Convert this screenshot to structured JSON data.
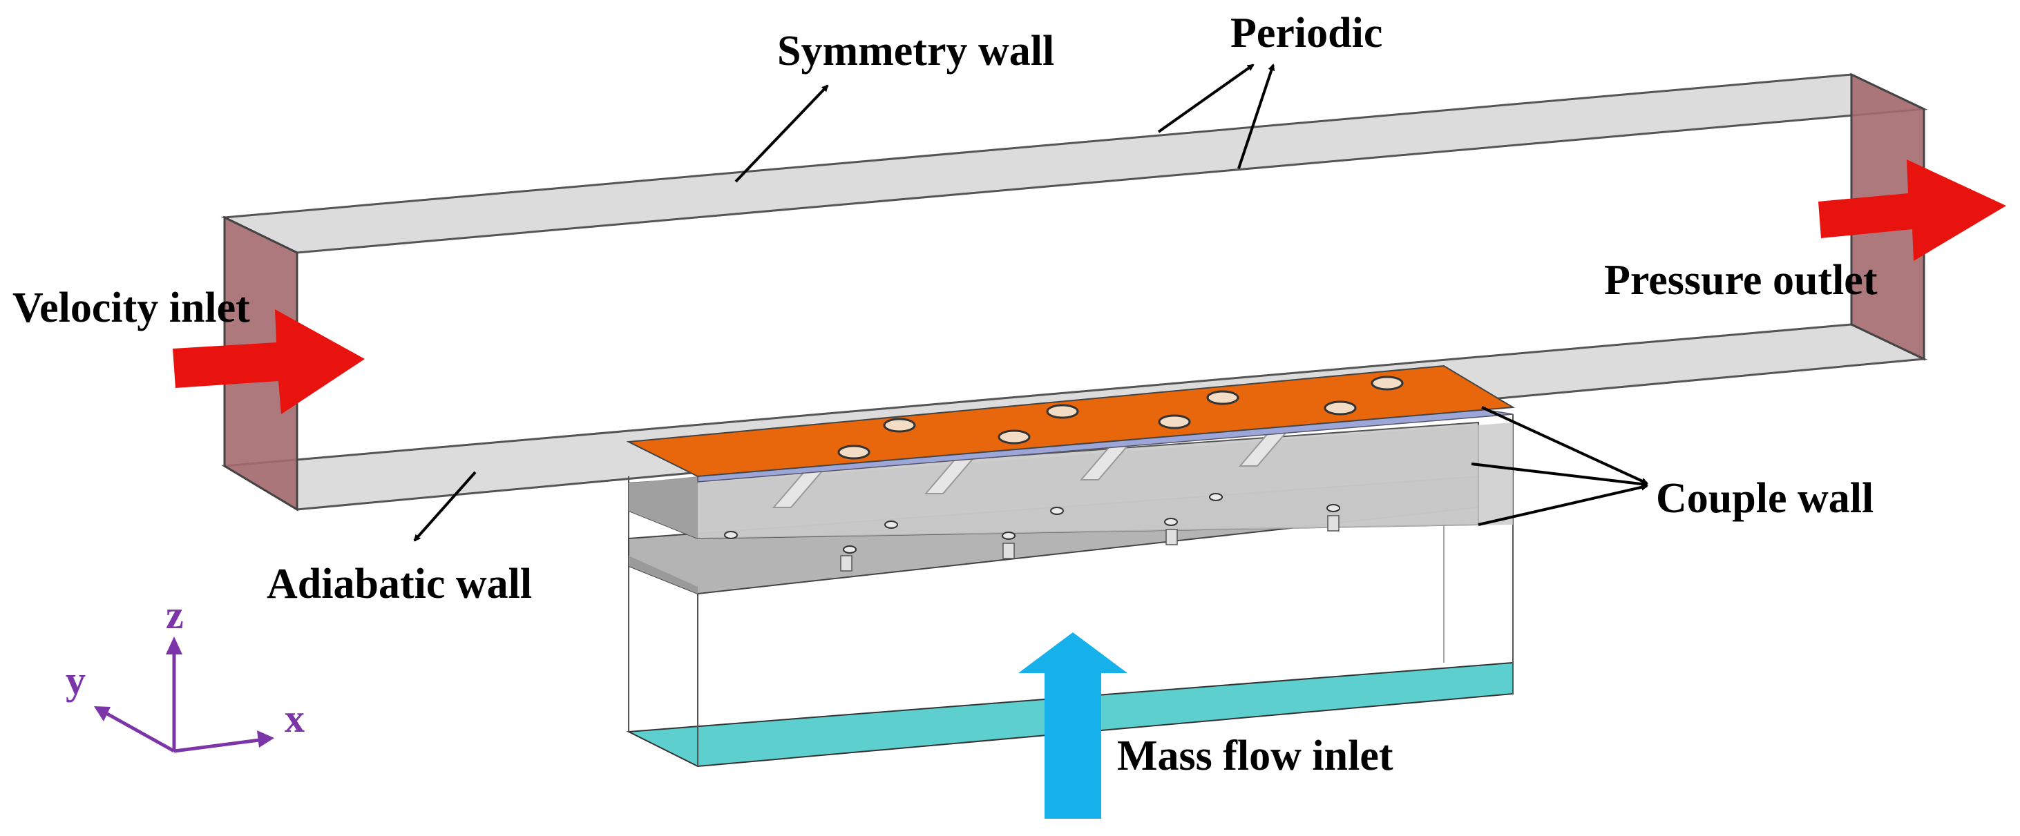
{
  "labels": {
    "symmetry_wall": "Symmetry wall",
    "periodic": "Periodic",
    "velocity_inlet": "Velocity inlet",
    "pressure_outlet": "Pressure outlet",
    "couple_wall": "Couple wall",
    "adiabatic_wall": "Adiabatic wall",
    "mass_flow_inlet": "Mass flow inlet"
  },
  "axes": {
    "z": "z",
    "y": "y",
    "x": "x"
  },
  "colors": {
    "inlet_outlet_face": "#a56a6f",
    "flow_arrow": "#e8120f",
    "coolant_arrow": "#16b0ea",
    "plate_top": "#e8660c",
    "plenum_bottom": "#5ecfcf",
    "axis": "#7b35a8",
    "wall_light": "#dcdcdc",
    "plate_grey": "#b4b4b4"
  }
}
